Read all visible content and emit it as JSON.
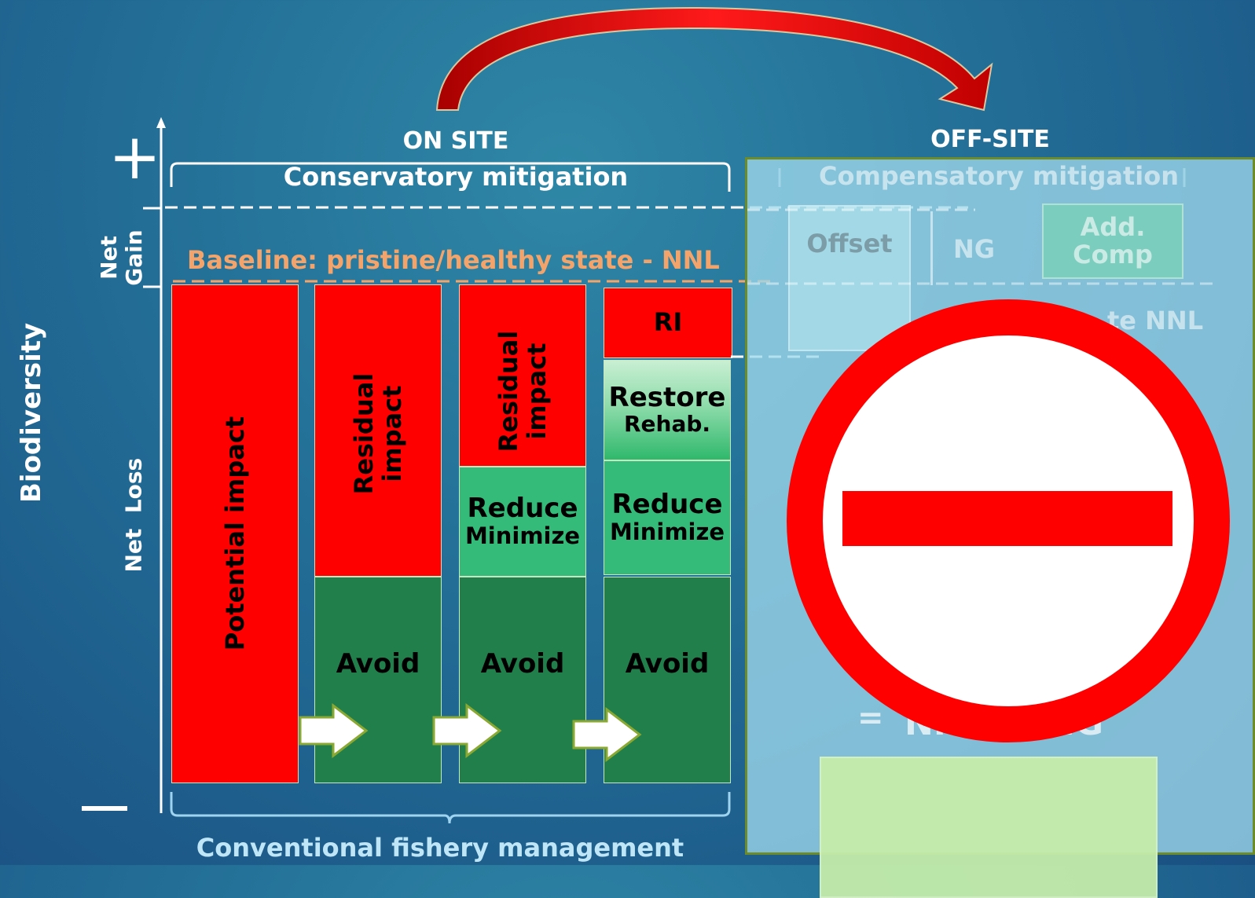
{
  "axis": {
    "y_label": "Biodiversity",
    "plus": "+",
    "minus": "—",
    "net_gain": [
      "Net",
      "Gain"
    ],
    "net_loss": "Net  Loss"
  },
  "headers": {
    "on_site": "ON SITE",
    "conservatory": "Conservatory mitigation",
    "off_site": "OFF-SITE",
    "compensatory": "Compensatory mitigation",
    "conventional": "Conventional fishery management"
  },
  "baseline": "Baseline: pristine/healthy state - NNL",
  "columns": {
    "c1": {
      "potential": "Potential impact"
    },
    "c2": {
      "residual": [
        "Residual",
        "impact"
      ],
      "avoid": "Avoid"
    },
    "c3": {
      "residual": [
        "Residual",
        "impact"
      ],
      "reduce": "Reduce",
      "minimize": "Minimize",
      "avoid": "Avoid"
    },
    "c4": {
      "ri": "RI",
      "restore": "Restore",
      "rehab": "Rehab.",
      "reduce": "Reduce",
      "minimize": "Minimize",
      "avoid": "Avoid"
    }
  },
  "offsite": {
    "offset": "Offset",
    "ng": "NG",
    "add_comp": [
      "Add.",
      "Comp"
    ],
    "nnl_partial": "te NNL",
    "eq": "=",
    "nnl_ng_partial_left": "NN",
    "nnl_ng_partial_right": "NG"
  },
  "colors": {
    "impact_red": "#ff0000",
    "avoid_green": "#217f4c",
    "reduce_green": "#35bb79",
    "baseline_orange": "#f4a46a",
    "no_entry_red": "#ff0000"
  },
  "icons": [
    "curved-arrow-icon",
    "right-arrow-icon",
    "no-entry-icon"
  ]
}
